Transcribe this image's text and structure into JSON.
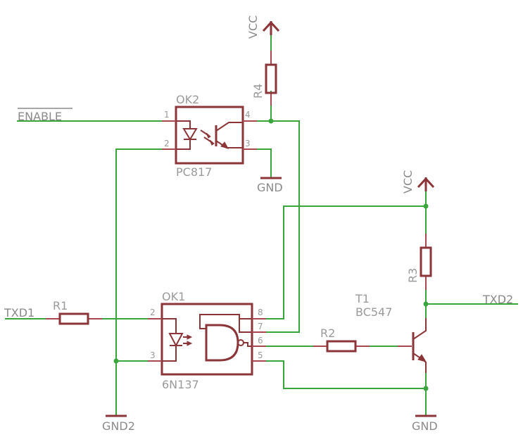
{
  "components": {
    "ok2": {
      "name": "OK2",
      "value": "PC817",
      "pins": [
        "1",
        "2",
        "4",
        "3"
      ]
    },
    "ok1": {
      "name": "OK1",
      "value": "6N137",
      "pins": [
        "2",
        "3",
        "8",
        "7",
        "6",
        "5"
      ]
    },
    "r1": {
      "name": "R1"
    },
    "r2": {
      "name": "R2"
    },
    "r3": {
      "name": "R3"
    },
    "r4": {
      "name": "R4"
    },
    "t1": {
      "name": "T1",
      "value": "BC547"
    }
  },
  "nets": {
    "enable": "ENABLE",
    "vcc_top": "VCC",
    "vcc_right": "VCC",
    "gnd_top": "GND",
    "gnd_bottom": "GND",
    "gnd2": "GND2",
    "txd1": "TXD1",
    "txd2": "TXD2"
  },
  "colors": {
    "wire": "#3aa53a",
    "symbol": "#8c3538",
    "text": "#9a9a9a"
  }
}
